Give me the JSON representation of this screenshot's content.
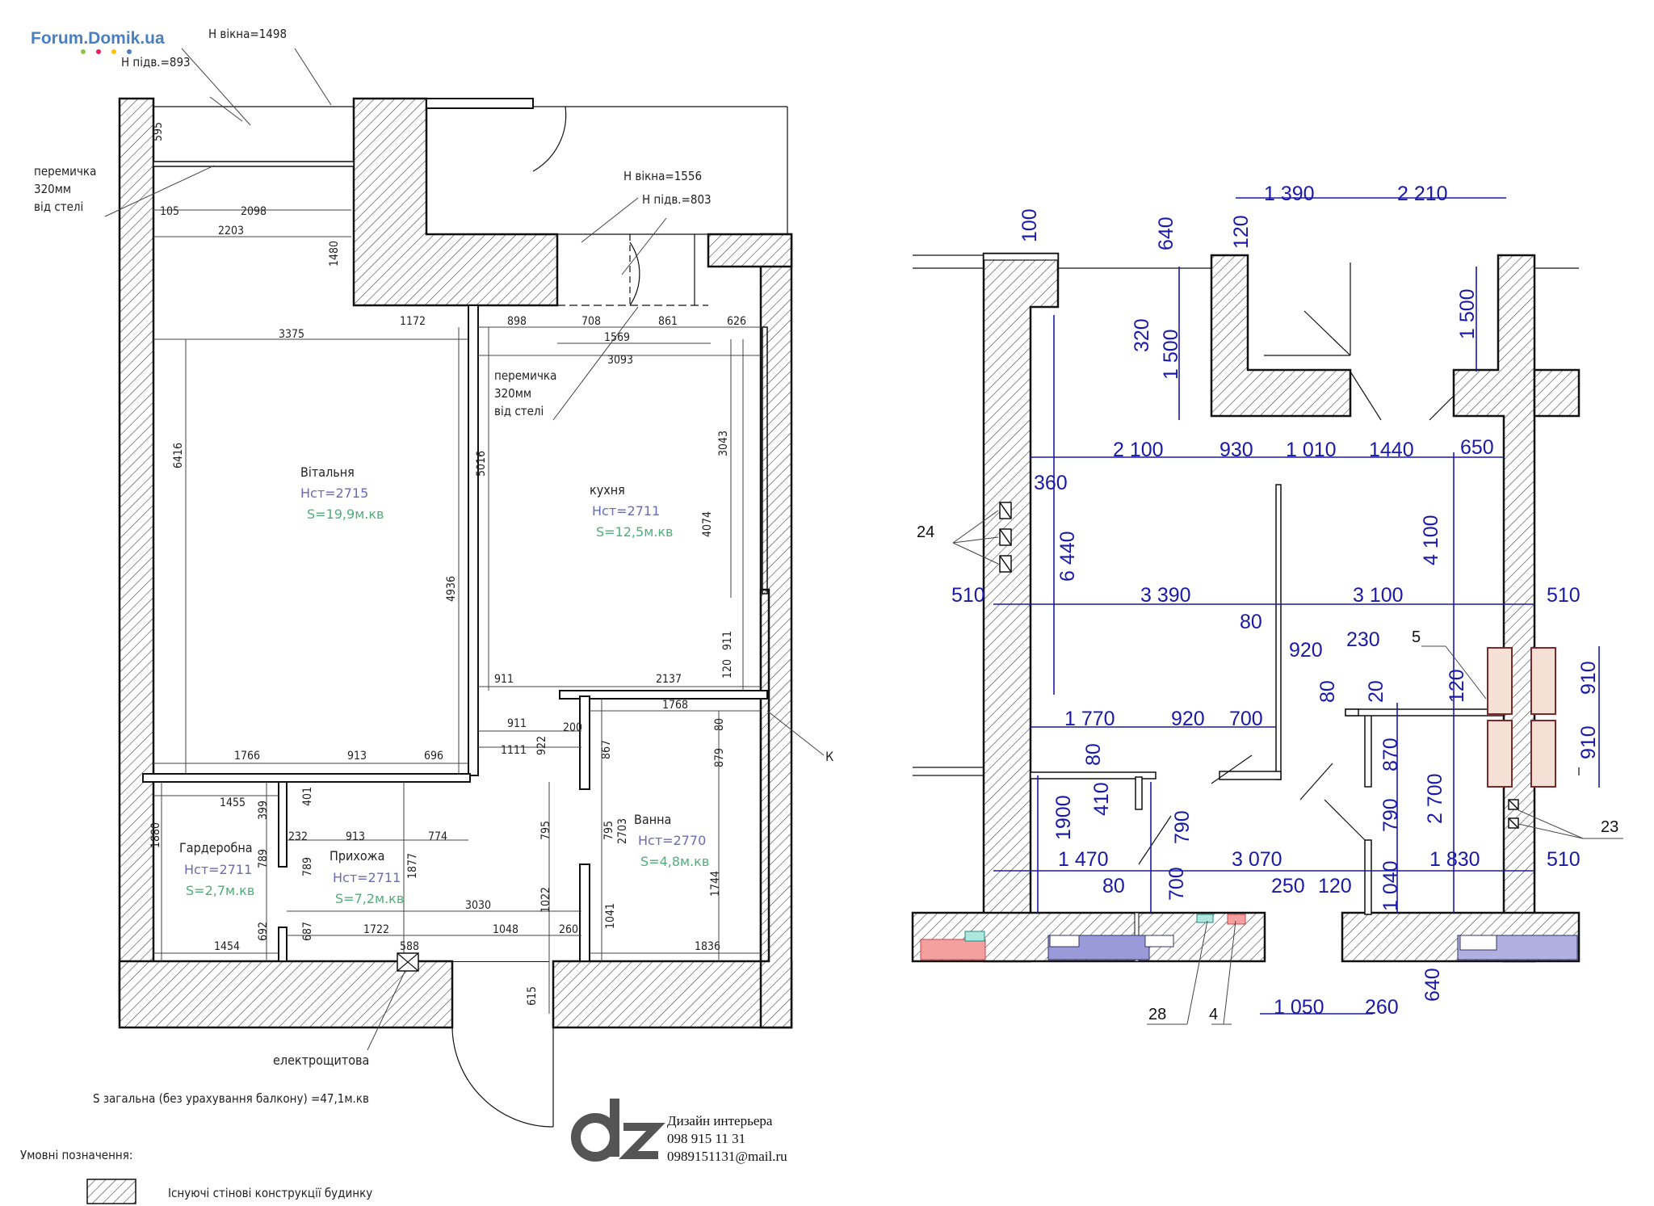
{
  "watermark": "Forum.Domik.ua",
  "left_plan": {
    "top_notes": {
      "h_window": "Н вікна=1498",
      "h_sill": "Н підв.=893"
    },
    "lintel_left": [
      "перемичка",
      "320мм",
      "від стелі"
    ],
    "lintel_right": [
      "перемичка",
      "320мм",
      "від стелі"
    ],
    "kitchen_notes": {
      "h_window": "Н вікна=1556",
      "h_sill": "Н підв.=803"
    },
    "rooms": [
      {
        "name": "Вітальня",
        "height": "Нст=2715",
        "area": "S=19,9м.кв"
      },
      {
        "name": "кухня",
        "height": "Нст=2711",
        "area": "S=12,5м.кв"
      },
      {
        "name": "Гардеробна",
        "height": "Нст=2711",
        "area": "S=2,7м.кв"
      },
      {
        "name": "Прихожа",
        "height": "Нст=2711",
        "area": "S=7,2м.кв"
      },
      {
        "name": "Ванна",
        "height": "Нст=2770",
        "area": "S=4,8м.кв"
      }
    ],
    "dims": {
      "d595": "595",
      "d105": "105",
      "d2098": "2098",
      "d2203": "2203",
      "d1480": "1480",
      "d1172": "1172",
      "d898": "898",
      "d708": "708",
      "d861": "861",
      "d626": "626",
      "d3375": "3375",
      "d1569": "1569",
      "d3093": "3093",
      "d6416": "6416",
      "d5016": "5016",
      "d3043": "3043",
      "d4074": "4074",
      "d4936": "4936",
      "d911a": "911",
      "d2137": "2137",
      "d120": "120",
      "d911b": "911",
      "d911c": "911",
      "d200": "200",
      "d1111": "1111",
      "d922": "922",
      "d867": "867",
      "d1768": "1768",
      "d879": "879",
      "d80": "80",
      "d1766": "1766",
      "d913a": "913",
      "d696": "696",
      "d1455": "1455",
      "d399": "399",
      "d401": "401",
      "d232": "232",
      "d913b": "913",
      "d774": "774",
      "d795a": "795",
      "d795b": "795",
      "d2703": "2703",
      "d1880": "1880",
      "d789a": "789",
      "d789b": "789",
      "d1877": "1877",
      "d1022": "1022",
      "d1041": "1041",
      "d1744": "1744",
      "d692": "692",
      "d687": "687",
      "d3030": "3030",
      "d1722": "1722",
      "d1048": "1048",
      "d260": "260",
      "d1454": "1454",
      "d588": "588",
      "d1836": "1836",
      "d615": "615"
    },
    "label_k": "К",
    "electro": "електрощитова",
    "total_area": "S загальна (без урахування балкону) =47,1м.кв",
    "legend_title": "Умовні позначення:",
    "legend_item": "Існуючі стінові конструкції будинку"
  },
  "right_plan": {
    "dims": {
      "r1390": "1 390",
      "r2210": "2 210",
      "r100": "100",
      "r640a": "640",
      "r120a": "120",
      "r320": "320",
      "r1500a": "1 500",
      "r1500b": "1 500",
      "r2100": "2 100",
      "r930": "930",
      "r1010": "1 010",
      "r1440": "1440",
      "r650": "650",
      "r360": "360",
      "r6440": "6 440",
      "r4100": "4 100",
      "r510a": "510",
      "r3390": "3 390",
      "r3100": "3 100",
      "r510b": "510",
      "r80a": "80",
      "r920a": "920",
      "r230": "230",
      "r80b": "80",
      "r20": "20",
      "r120b": "120",
      "r910a": "910",
      "r1770": "1 770",
      "r920b": "920",
      "r700a": "700",
      "r80c": "80",
      "r870": "870",
      "r910b": "910",
      "r410": "410",
      "r1900": "1900",
      "r790a": "790",
      "r790b": "790",
      "r2700": "2 700",
      "r1470": "1 470",
      "r3070": "3 070",
      "r1830": "1 830",
      "r510c": "510",
      "r80d": "80",
      "r700b": "700",
      "r250": "250",
      "r120c": "120",
      "r1040": "1 040",
      "r640b": "640",
      "r1050": "1 050",
      "r260": "260"
    },
    "callouts": {
      "c24": "24",
      "c5": "5",
      "c23": "23",
      "c28": "28",
      "c4": "4"
    }
  },
  "branding": {
    "logo": "dz",
    "line1": "Дизайн интерьера",
    "line2": "098 915 11 31",
    "line3": "0989151131@mail.ru"
  }
}
